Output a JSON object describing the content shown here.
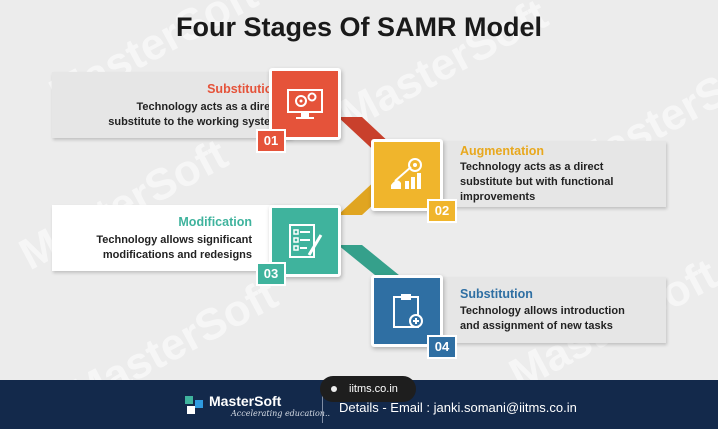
{
  "title": "Four Stages Of SAMR Model",
  "watermark": "MasterSoft",
  "stages": [
    {
      "number": "01",
      "title": "Substitution",
      "description_lines": [
        "Technology acts as a direct",
        "substitute to the working system"
      ],
      "color": "#e5533a",
      "icon": "computer-gear-icon"
    },
    {
      "number": "02",
      "title": "Augmentation",
      "description_lines": [
        "Technology acts as a direct",
        "substitute but with functional",
        "improvements"
      ],
      "color": "#f0b52c",
      "icon": "growth-chart-icon"
    },
    {
      "number": "03",
      "title": "Modification",
      "description_lines": [
        "Technology allows significant",
        "modifications and redesigns"
      ],
      "color": "#3fb39d",
      "icon": "checklist-pencil-icon"
    },
    {
      "number": "04",
      "title": "Substitution",
      "description_lines": [
        "Technology allows introduction",
        "and assignment of new tasks"
      ],
      "color": "#2f6fa3",
      "icon": "clipboard-add-icon"
    }
  ],
  "footer": {
    "logo": "MasterSoft",
    "tagline": "Accelerating education..",
    "details": "Details - Email : janki.somani@iitms.co.in",
    "link_pill": "iitms.co.in",
    "background": "#13294b"
  }
}
